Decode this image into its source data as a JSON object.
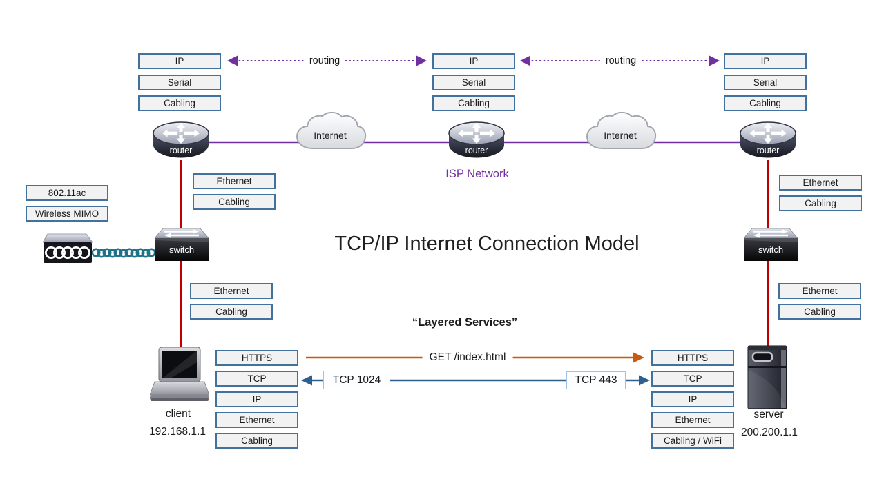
{
  "title": "TCP/IP Internet Connection Model",
  "subtitle": "“Layered Services”",
  "network": {
    "isp_label": "ISP Network",
    "internet_left": "Internet",
    "internet_right": "Internet",
    "routing_left": "routing",
    "routing_right": "routing"
  },
  "devices": {
    "router_left": "router",
    "router_mid": "router",
    "router_right": "router",
    "switch_left": "switch",
    "switch_right": "switch"
  },
  "stacks": {
    "router_left_wan": [
      "IP",
      "Serial",
      "Cabling"
    ],
    "router_mid_wan": [
      "IP",
      "Serial",
      "Cabling"
    ],
    "router_right_wan": [
      "IP",
      "Serial",
      "Cabling"
    ],
    "router_left_lan": [
      "Ethernet",
      "Cabling"
    ],
    "switch_left_lan": [
      "Ethernet",
      "Cabling"
    ],
    "router_right_lan": [
      "Ethernet",
      "Cabling"
    ],
    "switch_right_lan": [
      "Ethernet",
      "Cabling"
    ],
    "wireless": [
      "802.11ac",
      "Wireless MIMO"
    ],
    "client": [
      "HTTPS",
      "TCP",
      "IP",
      "Ethernet",
      "Cabling"
    ],
    "server": [
      "HTTPS",
      "TCP",
      "IP",
      "Ethernet",
      "Cabling / WiFi"
    ]
  },
  "endpoints": {
    "client_name": "client",
    "client_ip": "192.168.1.1",
    "server_name": "server",
    "server_ip": "200.200.1.1"
  },
  "messages": {
    "http_request": "GET /index.html",
    "client_port": "TCP 1024",
    "server_port": "TCP 443"
  },
  "colors": {
    "purple": "#7030A0",
    "red": "#C00000",
    "orange": "#C55A11",
    "blue": "#2F5F8F",
    "teal": "#1F7287",
    "box_border": "#41719C",
    "box_fill": "#F2F2F2"
  }
}
